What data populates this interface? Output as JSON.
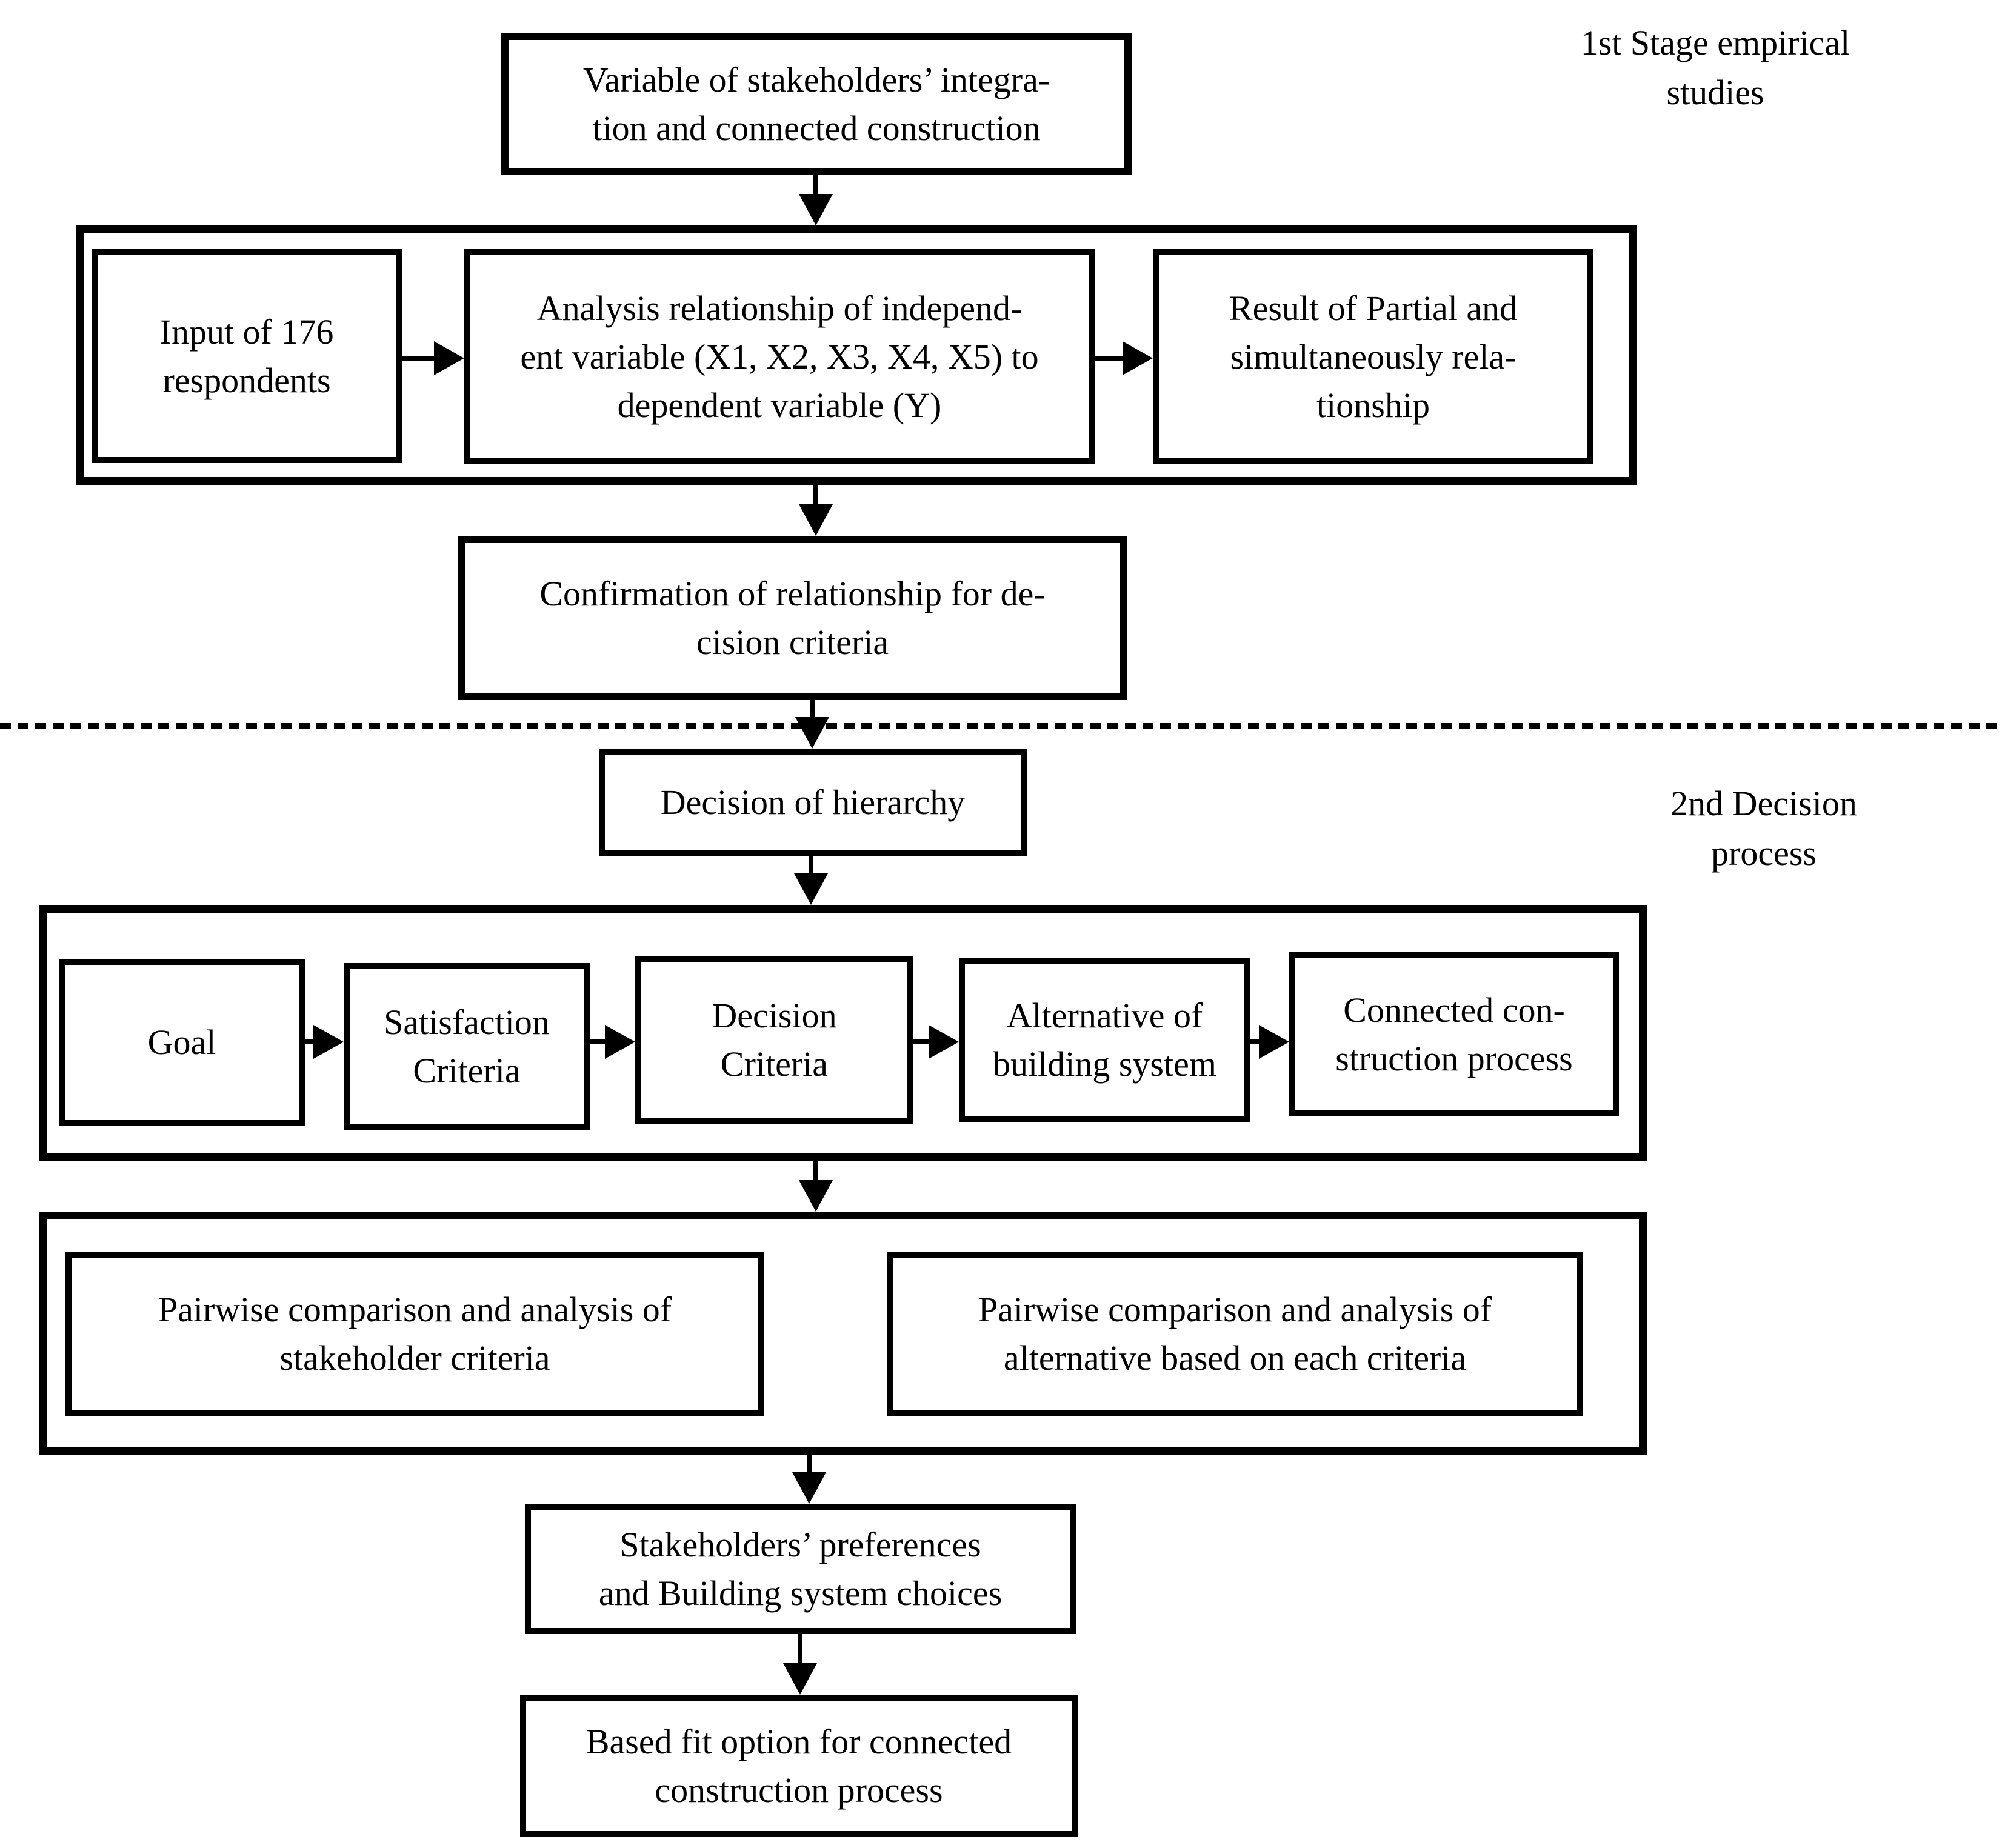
{
  "labels": {
    "stage1": "1st Stage empirical\nstudies",
    "stage2": "2nd Decision\nprocess"
  },
  "nodes": {
    "variable": "Variable of stakeholders’ integra-\ntion and connected construction",
    "input": "Input of 176\nrespondents",
    "analysis": "Analysis relationship of independ-\nent variable (X1, X2, X3, X4, X5) to\ndependent variable (Y)",
    "result": "Result of Partial and\nsimultaneously rela-\ntionship",
    "confirmation": "Confirmation of relationship for de-\ncision criteria",
    "hierarchy": "Decision of hierarchy",
    "goal": "Goal",
    "satisfaction": "Satisfaction\nCriteria",
    "decision_criteria": "Decision\nCriteria",
    "alternative": "Alternative of\nbuilding system",
    "connected": "Connected con-\nstruction process",
    "pairwise_stakeholder": "Pairwise comparison and analysis of\nstakeholder criteria",
    "pairwise_alternative": "Pairwise comparison and analysis of\nalternative based on each criteria",
    "preferences": "Stakeholders’ preferences\nand Building system choices",
    "based_fit": "Based fit option for connected\nconstruction process"
  },
  "colors": {
    "line": "#000000",
    "background": "#ffffff"
  }
}
